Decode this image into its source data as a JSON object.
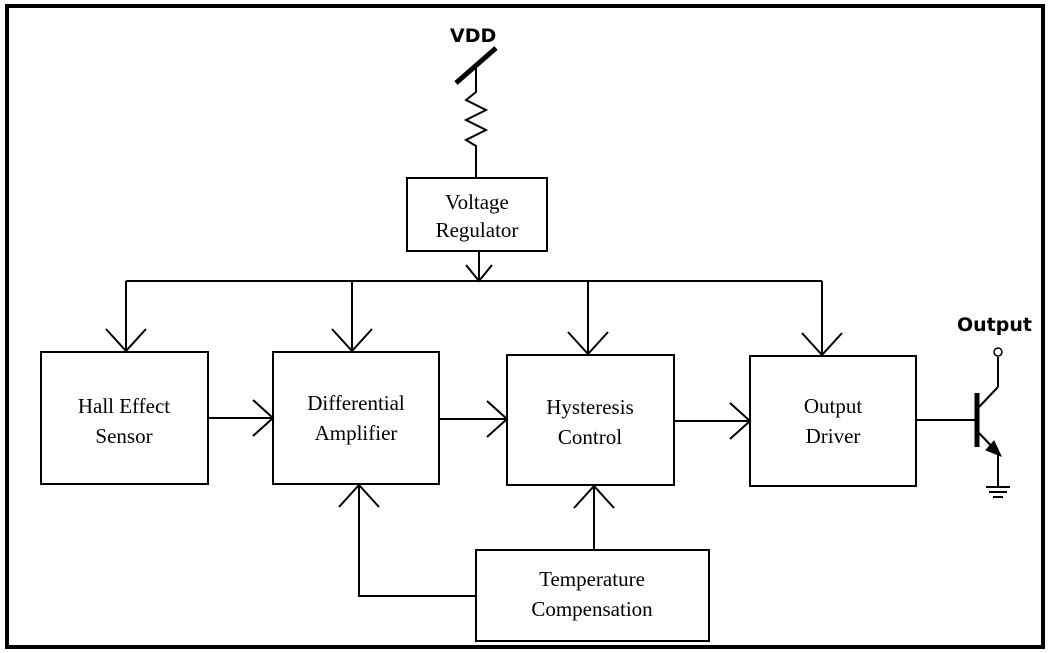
{
  "supply": {
    "label": "VDD"
  },
  "output_terminal": {
    "label": "Output"
  },
  "blocks": {
    "voltage_regulator": {
      "line1": "Voltage",
      "line2": "Regulator"
    },
    "hall_effect_sensor": {
      "line1": "Hall Effect",
      "line2": "Sensor"
    },
    "differential_amplifier": {
      "line1": "Differential",
      "line2": "Amplifier"
    },
    "hysteresis_control": {
      "line1": "Hysteresis",
      "line2": "Control"
    },
    "output_driver": {
      "line1": "Output",
      "line2": "Driver"
    },
    "temperature_compensation": {
      "line1": "Temperature",
      "line2": "Compensation"
    }
  }
}
